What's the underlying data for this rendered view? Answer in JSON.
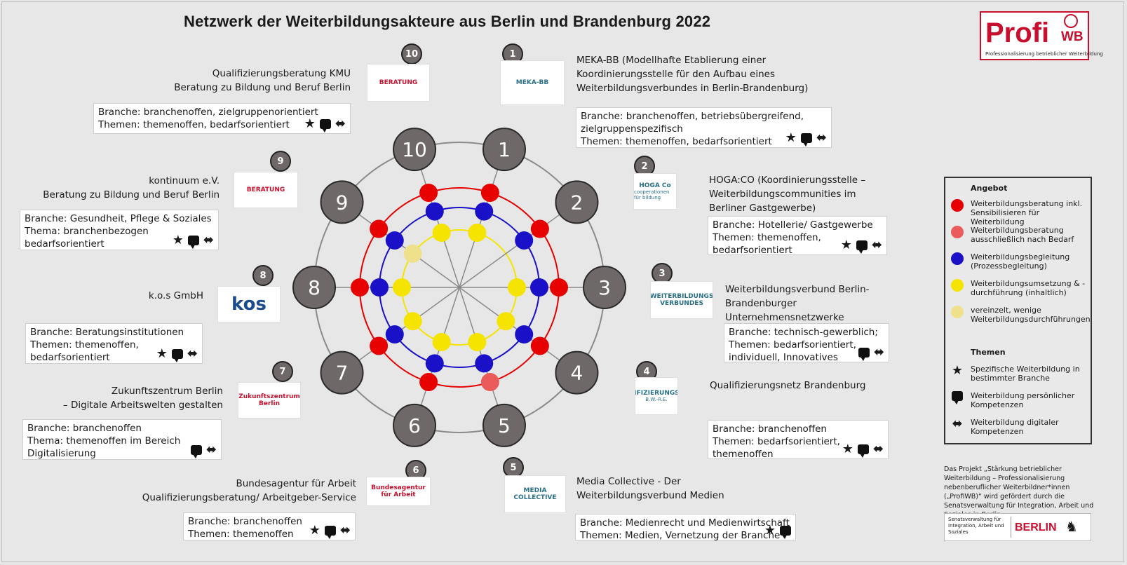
{
  "title": "Netzwerk der Weiterbildungsakteure aus Berlin und Brandenburg 2022",
  "logo": {
    "profi": "Profi",
    "wb": "WB",
    "subtitle": "Professionalisierung betrieblicher Weiterbildung"
  },
  "diagram": {
    "spokes": [
      "1",
      "2",
      "3",
      "4",
      "5",
      "6",
      "7",
      "8",
      "9",
      "10"
    ],
    "colors": {
      "red": "#e60000",
      "light_red": "#ec5b5b",
      "blue": "#1a10c8",
      "yellow": "#f5e400",
      "light_yellow": "#efe18b",
      "node": "#6f6868"
    },
    "nodes": [
      {
        "actor": 1,
        "offers": [
          "red",
          "blue",
          "yellow"
        ]
      },
      {
        "actor": 2,
        "offers": [
          "red",
          "blue"
        ]
      },
      {
        "actor": 3,
        "offers": [
          "red",
          "blue",
          "yellow"
        ]
      },
      {
        "actor": 4,
        "offers": [
          "red",
          "blue",
          "yellow"
        ]
      },
      {
        "actor": 5,
        "offers": [
          "light_red",
          "blue",
          "yellow"
        ]
      },
      {
        "actor": 6,
        "offers": [
          "red",
          "blue",
          "yellow"
        ]
      },
      {
        "actor": 7,
        "offers": [
          "red",
          "blue",
          "yellow"
        ]
      },
      {
        "actor": 8,
        "offers": [
          "red",
          "blue",
          "yellow"
        ]
      },
      {
        "actor": 9,
        "offers": [
          "red",
          "blue",
          "light_yellow"
        ]
      },
      {
        "actor": 10,
        "offers": [
          "red",
          "blue",
          "yellow"
        ]
      }
    ]
  },
  "actors": [
    {
      "num": "1",
      "name": [
        "MEKA-BB (Modellhafte Etablierung einer",
        "Koordinierungsstelle für den Aufbau eines",
        "Weiterbildungsverbundes in Berlin-Brandenburg)"
      ],
      "logo_text": "MEKA-BB",
      "box": [
        "Branche: branchenoffen, betriebsübergreifend,",
        "zielgruppenspezifisch",
        "Themen: themenoffen, bedarfsorientiert"
      ],
      "icons": [
        "star-icon",
        "speech-bubble-icon",
        "double-arrow-icon"
      ]
    },
    {
      "num": "2",
      "name": [
        "HOGA:CO (Koordinierungsstelle –",
        "Weiterbildungscommunities im",
        "Berliner Gastgewerbe)"
      ],
      "logo_text": "HOGA Co",
      "logo_sub": "cooperationen für bildung",
      "box": [
        "Branche: Hotellerie/ Gastgewerbe",
        "Themen: themenoffen,",
        "bedarfsorientiert"
      ],
      "icons": [
        "star-icon",
        "speech-bubble-icon",
        "double-arrow-icon"
      ]
    },
    {
      "num": "3",
      "name": [
        "Weiterbildungsverbund Berlin-",
        "Brandenburger",
        "Unternehmensnetzwerke"
      ],
      "logo_text": "WEITERBILDUNGS VERBUNDES",
      "box": [
        "Branche: technisch-gewerblich;",
        "Themen: bedarfsorientiert,",
        "individuell, Innovatives"
      ],
      "icons": [
        "speech-bubble-icon",
        "double-arrow-icon"
      ]
    },
    {
      "num": "4",
      "name": [
        "Qualifizierungsnetz Brandenburg"
      ],
      "logo_text": "QUALIFIZIERUNGSNETZ",
      "logo_sub": "B.W.-R.E.",
      "box": [
        "Branche: branchenoffen",
        "Themen: bedarfsorientiert,",
        "themenoffen"
      ],
      "icons": [
        "star-icon",
        "speech-bubble-icon",
        "double-arrow-icon"
      ]
    },
    {
      "num": "5",
      "name": [
        "Media Collective - Der",
        "Weiterbildungsverbund Medien"
      ],
      "logo_text": "MEDIA COLLECTIVE",
      "box": [
        "Branche: Medienrecht und Medienwirtschaft",
        "Themen: Medien, Vernetzung der Branche"
      ],
      "icons": [
        "star-icon",
        "speech-bubble-icon"
      ]
    },
    {
      "num": "6",
      "name": [
        "Bundesagentur für Arbeit",
        "Qualifizierungsberatung/ Arbeitgeber-Service"
      ],
      "logo_text": "Bundesagentur für Arbeit",
      "box": [
        "Branche: branchenoffen",
        "Themen: themenoffen"
      ],
      "icons": [
        "star-icon",
        "speech-bubble-icon",
        "double-arrow-icon"
      ]
    },
    {
      "num": "7",
      "name": [
        "Zukunftszentrum Berlin",
        "– Digitale Arbeitswelten gestalten"
      ],
      "logo_text": "Zukunftszentrum Berlin",
      "box": [
        "Branche: branchenoffen",
        "Thema: themenoffen im Bereich",
        "Digitalisierung"
      ],
      "icons": [
        "speech-bubble-icon",
        "double-arrow-icon"
      ]
    },
    {
      "num": "8",
      "name": [
        "k.o.s GmbH"
      ],
      "logo_text": "kos",
      "box": [
        "Branche: Beratungsinstitutionen",
        "Themen: themenoffen,",
        "bedarfsorientiert"
      ],
      "icons": [
        "star-icon",
        "speech-bubble-icon",
        "double-arrow-icon"
      ]
    },
    {
      "num": "9",
      "name": [
        "kontinuum e.V.",
        "Beratung zu Bildung und Beruf Berlin"
      ],
      "logo_text": "BERATUNG",
      "box": [
        "Branche: Gesundheit, Pflege & Soziales",
        "Thema: branchenbezogen",
        "bedarfsorientiert"
      ],
      "icons": [
        "star-icon",
        "speech-bubble-icon",
        "double-arrow-icon"
      ]
    },
    {
      "num": "10",
      "name": [
        "Qualifizierungsberatung KMU",
        "Beratung zu Bildung und Beruf Berlin"
      ],
      "logo_text": "BERATUNG",
      "box": [
        "Branche: branchenoffen, zielgruppenorientiert",
        "Themen: themenoffen, bedarfsorientiert"
      ],
      "icons": [
        "star-icon",
        "speech-bubble-icon",
        "double-arrow-icon"
      ]
    }
  ],
  "legend": {
    "title_offer": "Angebot",
    "offers": [
      {
        "color": "#e60000",
        "label": "Weiterbildungsberatung inkl. Sensibilisieren für Weiterbildung"
      },
      {
        "color": "#ec5b5b",
        "label": "Weiterbildungsberatung ausschließlich nach Bedarf"
      },
      {
        "color": "#1a10c8",
        "label": "Weiterbildungsbegleitung (Prozessbegleitung)"
      },
      {
        "color": "#f5e400",
        "label": "Weiterbildungsumsetzung & -durchführung (inhaltlich)"
      },
      {
        "color": "#efe18b",
        "label": "vereinzelt, wenige Weiterbildungsdurchführungen"
      }
    ],
    "title_topics": "Themen",
    "topics": [
      {
        "icon": "star-icon",
        "label": "Spezifische Weiterbildung in bestimmter Branche"
      },
      {
        "icon": "speech-bubble-icon",
        "label": "Weiterbildung persönlicher Kompetenzen"
      },
      {
        "icon": "double-arrow-icon",
        "label": "Weiterbildung digitaler Kompetenzen"
      }
    ]
  },
  "footer_note": "Das Projekt „Stärkung betrieblicher Weiterbildung – Professionalisierung nebenberuflicher Weiterbildner*innen („ProfiWB)“ wird gefördert durch die Senatsverwaltung für Integration, Arbeit und Soziales in Berlin.",
  "senat": {
    "small": "Senatsverwaltung für Integration, Arbeit und Soziales",
    "berlin": "BERLIN"
  }
}
